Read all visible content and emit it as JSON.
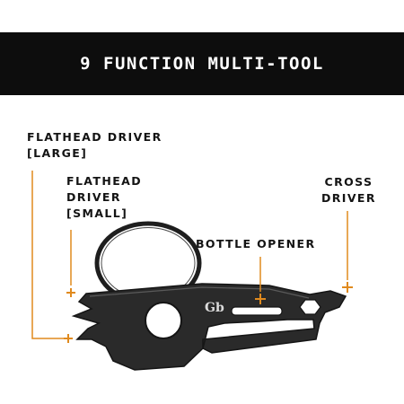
{
  "banner": {
    "title": "9 FUNCTION MULTI-TOOL"
  },
  "callouts": {
    "flathead_large": {
      "line1": "FLATHEAD DRIVER",
      "line2": "[LARGE]"
    },
    "flathead_small": {
      "line1": "FLATHEAD",
      "line2": "DRIVER",
      "line3": "[SMALL]"
    },
    "bottle_opener": {
      "line1": "BOTTLE OPENER"
    },
    "cross_driver": {
      "line1": "CROSS",
      "line2": "DRIVER"
    }
  },
  "logo": {
    "text": "Gb"
  },
  "colors": {
    "banner_bg": "#0d0d0d",
    "banner_text": "#ffffff",
    "accent": "#e08a1e",
    "tool_metal": "#2a2a2a",
    "label_text": "#141414"
  }
}
